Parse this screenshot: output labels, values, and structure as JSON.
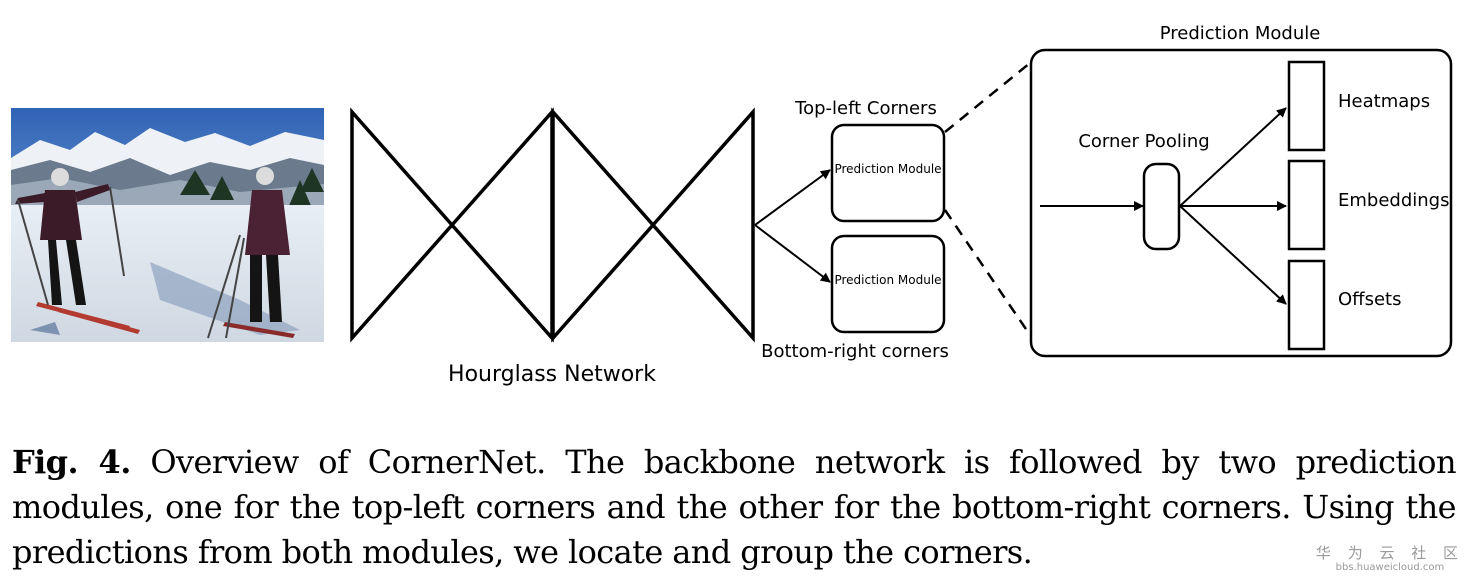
{
  "diagram": {
    "hourglass_label": "Hourglass Network",
    "top_left_label": "Top-left Corners",
    "bottom_right_label": "Bottom-right corners",
    "small_module_label": "Prediction Module",
    "detail_title": "Prediction Module",
    "corner_pooling_label": "Corner Pooling",
    "outputs": [
      "Heatmaps",
      "Embeddings",
      "Offsets"
    ]
  },
  "caption": {
    "label": "Fig. 4.",
    "text": "Overview of CornerNet. The backbone network is followed by two prediction modules, one for the top-left corners and the other for the bottom-right corners. Using the predictions from both modules, we locate and group the corners."
  },
  "watermark": {
    "name": "华 为 云 社 区",
    "url": "bbs.huaweicloud.com"
  }
}
